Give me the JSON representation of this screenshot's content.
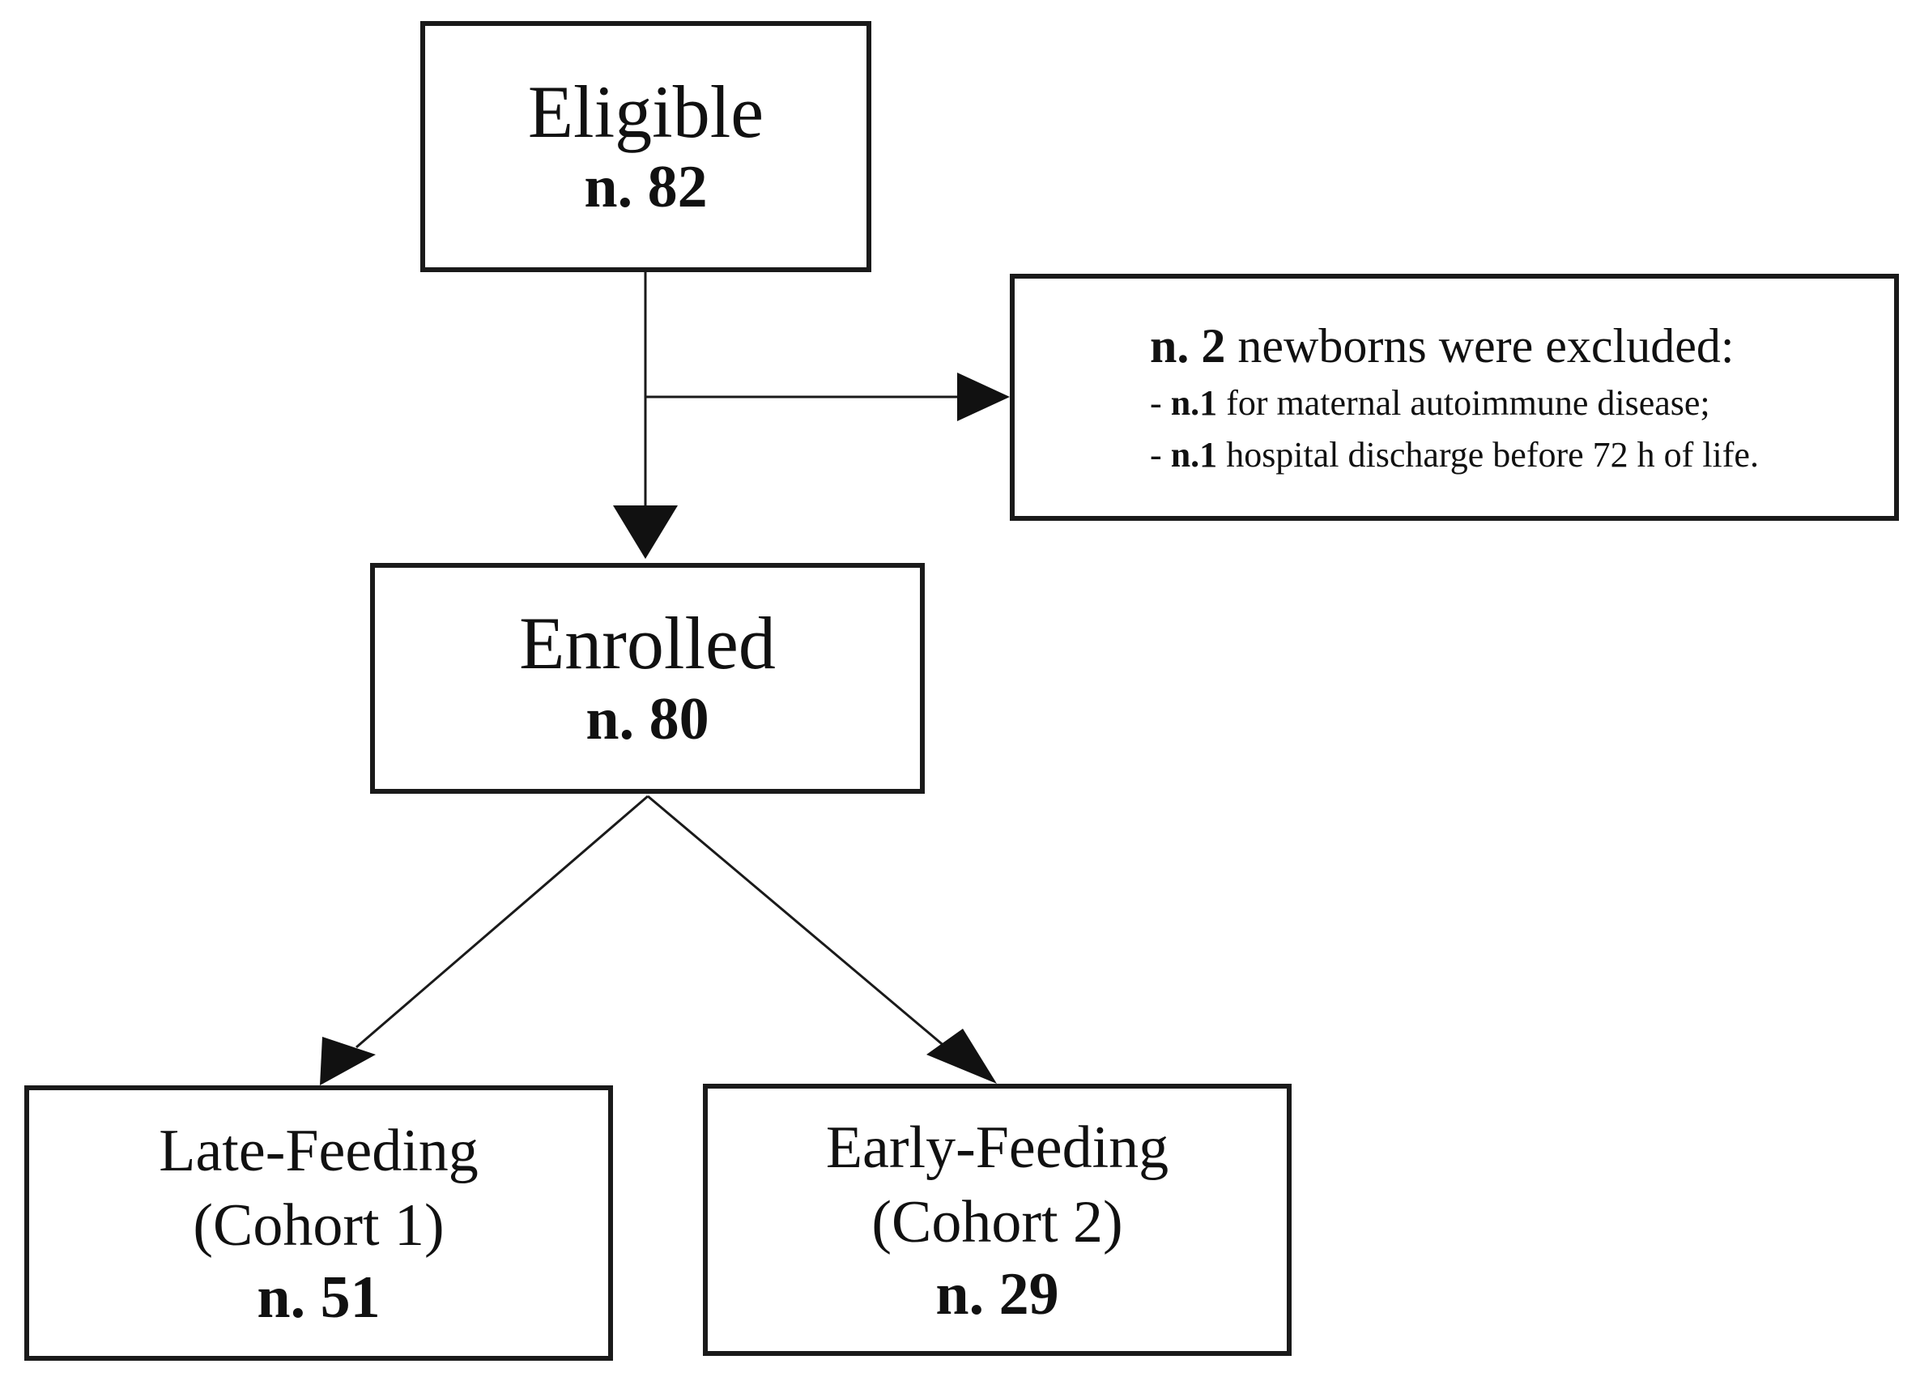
{
  "eligible": {
    "label": "Eligible",
    "count": "n. 82"
  },
  "excluded": {
    "head_count": "n. 2",
    "head_text": " newborns were excluded:",
    "lines": [
      {
        "prefix": "- ",
        "count": "n.1",
        "text": " for maternal autoimmune disease;"
      },
      {
        "prefix": "- ",
        "count": "n.1",
        "text": " hospital discharge before 72 h of life."
      }
    ]
  },
  "enrolled": {
    "label": "Enrolled",
    "count": "n. 80"
  },
  "late": {
    "label": "Late-Feeding",
    "cohort": "(Cohort 1)",
    "count": "n. 51"
  },
  "early": {
    "label": "Early-Feeding",
    "cohort": "(Cohort 2)",
    "count": "n. 29"
  }
}
